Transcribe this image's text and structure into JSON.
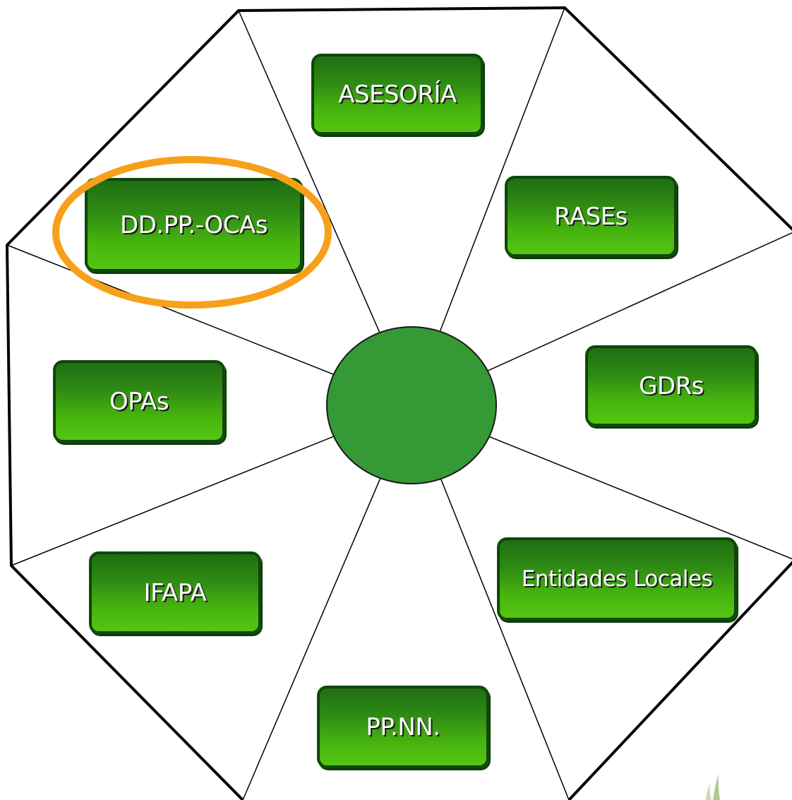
{
  "diagram": {
    "segments": [
      {
        "id": "asesoria",
        "label": "ASESORÍA"
      },
      {
        "id": "rases",
        "label": "RASEs"
      },
      {
        "id": "gdrs",
        "label": "GDRs"
      },
      {
        "id": "entidades-locales",
        "label": "Entidades Locales"
      },
      {
        "id": "ppnn",
        "label": "PP.NN."
      },
      {
        "id": "ifapa",
        "label": "IFAPA"
      },
      {
        "id": "opas",
        "label": "OPAs"
      },
      {
        "id": "ddpp-ocas",
        "label": "DD.PP.-OCAs",
        "highlighted": true
      }
    ],
    "colors": {
      "box_green": "#3ea812",
      "hub_green": "#359a35",
      "highlight_orange": "#f7a01a",
      "outline": "#000000"
    }
  }
}
